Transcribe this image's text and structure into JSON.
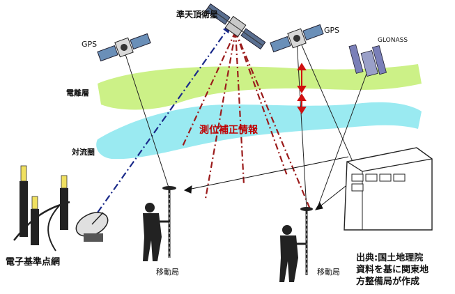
{
  "labels": {
    "qzss": "準天頂衛星",
    "gps_left": "GPS",
    "gps_right": "GPS",
    "glonass": "GLONASS",
    "ionosphere": "電離層",
    "troposphere": "対流圏",
    "correction_info": "測位補正情報",
    "reference_network": "電子基準点網",
    "rover_left": "移動局",
    "rover_right": "移動局"
  },
  "source_note": {
    "line1": "出典:国土地理院",
    "line2": "資料を基に関東地",
    "line3": "方整備局が作成"
  },
  "colors": {
    "ionosphere": "#c6f07a",
    "troposphere": "#8fe8f0",
    "red_dash": "#9b1b1b",
    "red_arrow": "#d01010",
    "blue_dash": "#1a2a8a",
    "satellite_panel": "#6a8fb8"
  }
}
